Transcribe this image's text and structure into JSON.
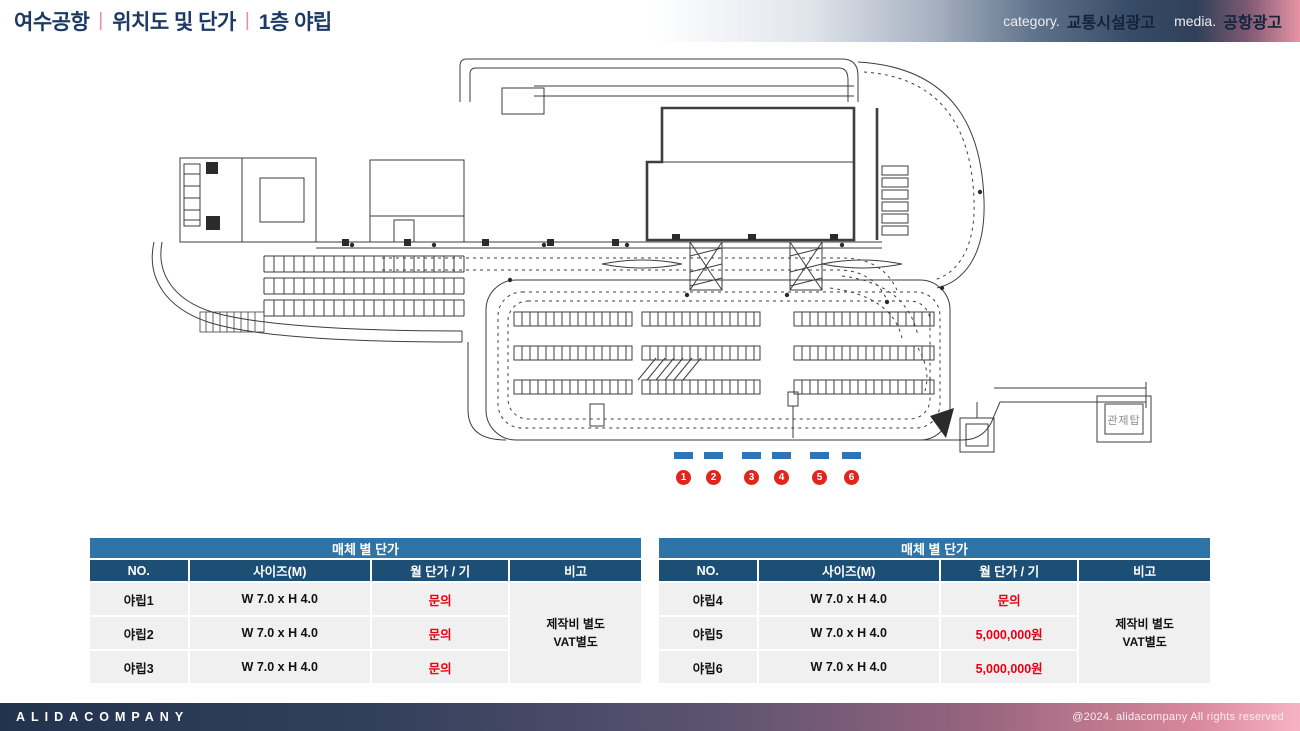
{
  "header": {
    "title_airport": "여수공항",
    "separator": "|",
    "title_section": "위치도 및 단가",
    "title_floor": "1층 야립",
    "category_label": "category.",
    "category_value": "교통시설광고",
    "media_label": "media.",
    "media_value": "공항광고"
  },
  "map": {
    "control_tower_label": "관제탑",
    "markers": [
      "1",
      "2",
      "3",
      "4",
      "5",
      "6"
    ]
  },
  "tables": [
    {
      "title": "매체 별 단가",
      "columns": [
        "NO.",
        "사이즈(M)",
        "월 단가 / 기",
        "비고"
      ],
      "rows": [
        {
          "no": "야립1",
          "size": "W 7.0 x H 4.0",
          "price": "문의"
        },
        {
          "no": "야립2",
          "size": "W 7.0 x H 4.0",
          "price": "문의"
        },
        {
          "no": "야립3",
          "size": "W 7.0 x H 4.0",
          "price": "문의"
        }
      ],
      "note": "제작비 별도\nVAT별도"
    },
    {
      "title": "매체 별 단가",
      "columns": [
        "NO.",
        "사이즈(M)",
        "월 단가 / 기",
        "비고"
      ],
      "rows": [
        {
          "no": "야립4",
          "size": "W 7.0 x H 4.0",
          "price": "문의"
        },
        {
          "no": "야립5",
          "size": "W 7.0 x H 4.0",
          "price": "5,000,000원"
        },
        {
          "no": "야립6",
          "size": "W 7.0 x H 4.0",
          "price": "5,000,000원"
        }
      ],
      "note": "제작비 별도\nVAT별도"
    }
  ],
  "footer": {
    "company": "ALIDACOMPANY",
    "copyright": "@2024. alidacompany All rights reserved"
  },
  "colors": {
    "table_title_bg": "#2e74a8",
    "table_header_bg": "#1d4e74",
    "price_red": "#e60012",
    "marker_blue": "#2e74b8",
    "marker_red": "#e1251b",
    "title_navy": "#1c3a63",
    "separator_pink": "#f28a9b"
  }
}
